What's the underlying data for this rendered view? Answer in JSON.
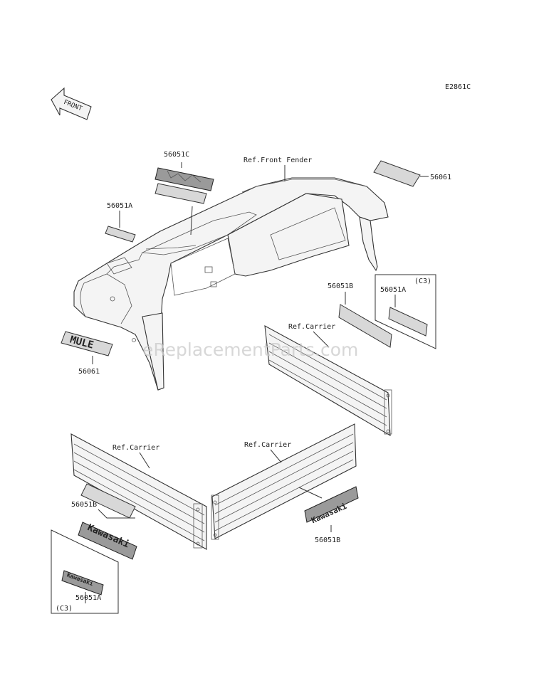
{
  "figure_id": "E2861C",
  "watermark": "eReplacementParts.com",
  "front_arrow": {
    "text": "FRONT"
  },
  "references": {
    "front_fender": "Ref.Front Fender",
    "carrier_right": "Ref.Carrier",
    "carrier_left": "Ref.Carrier",
    "carrier_center": "Ref.Carrier"
  },
  "parts": {
    "p56051C": "56051C",
    "p56061_top": "56061",
    "p56051A_top": "56051A",
    "p56051B_right": "56051B",
    "p56051A_box_right": "56051A",
    "box_right_note": "(C3)",
    "p56061_bottom": "56061",
    "p56051B_left": "56051B",
    "p56051A_box_left": "56051A",
    "box_left_note": "(C3)",
    "p56051B_center": "56051B"
  },
  "decal_text": {
    "mule_primary": "MULE",
    "kawasaki_left": "Kawasaki",
    "kawasaki_small": "Kawasaki",
    "kawasaki_center": "Kawasaki"
  }
}
